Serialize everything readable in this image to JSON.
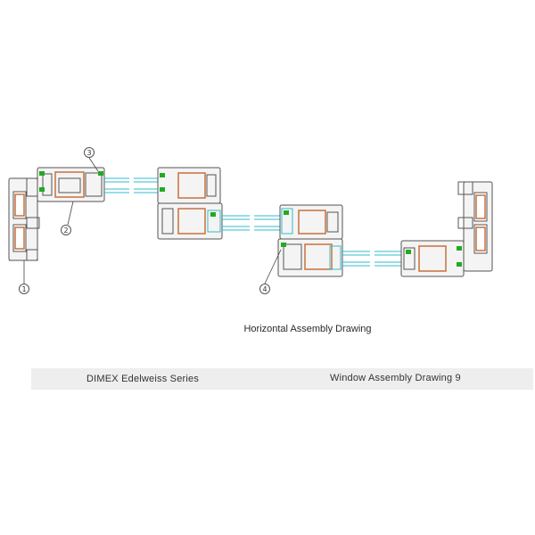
{
  "drawing": {
    "caption": "Horizontal Assembly Drawing",
    "callouts": [
      "3",
      "2",
      "1",
      "4"
    ]
  },
  "footer": {
    "series": "DIMEX Edelweiss Series",
    "drawing_title": "Window Assembly Drawing 9"
  },
  "colors": {
    "outline": "#555555",
    "reinforcement": "#c8703c",
    "gasket": "#22aa22",
    "glass": "#33bbcc",
    "footer_bg": "#eeeeee"
  }
}
